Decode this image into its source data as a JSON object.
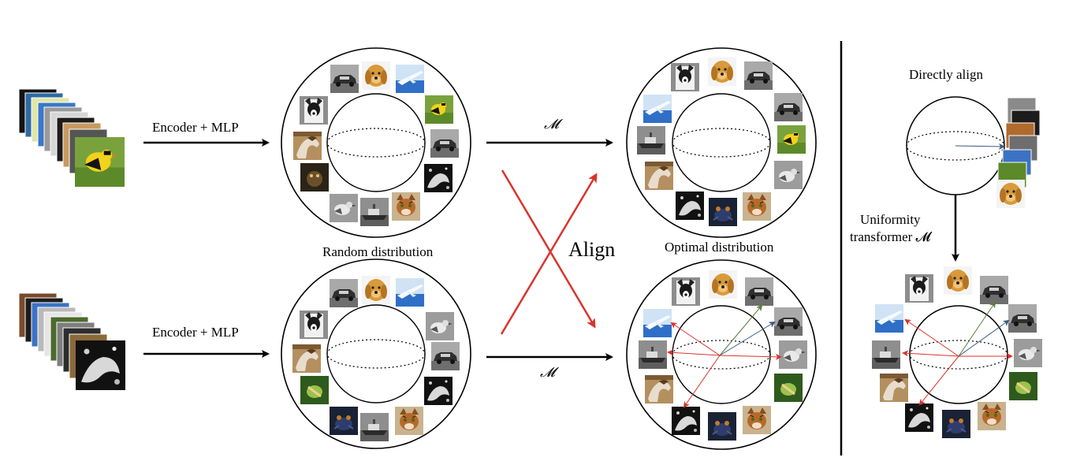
{
  "labels": {
    "encoder_top": "Encoder + MLP",
    "encoder_bottom": "Encoder + MLP",
    "m_top": "𝓜",
    "m_bottom": "𝓜",
    "random_distribution": "Random distribution",
    "optimal_distribution": "Optimal distribution",
    "align": "Align",
    "directly_align": "Directly align",
    "uniformity_line1": "Uniformity",
    "uniformity_line2": "transformer 𝓜"
  },
  "colors": {
    "cross_arrow": "#d9342b",
    "vector_red": "#d9342b",
    "vector_green": "#5a7d3a",
    "vector_blue": "#3b5a80"
  },
  "thumbnails": {
    "dog_bw": "dog (black & white)",
    "dog_golden": "golden retriever",
    "car": "car",
    "airplane": "airplane",
    "bird": "bird",
    "horse": "horse",
    "cat": "cat",
    "frog": "frog",
    "ship": "ship"
  }
}
